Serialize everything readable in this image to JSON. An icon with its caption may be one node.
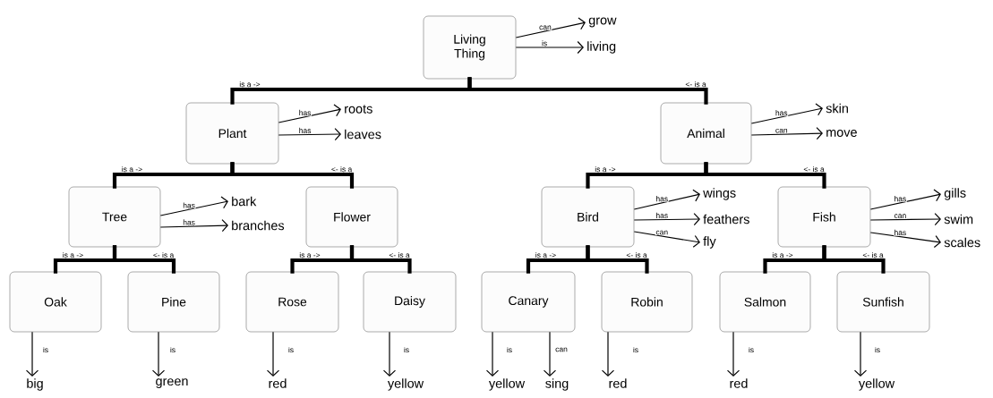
{
  "diagram": {
    "nodes": [
      {
        "text": [
          "Living Thing"
        ]
      },
      {
        "text": [
          "Plant"
        ]
      },
      {
        "text": [
          "Animal"
        ]
      },
      {
        "text": [
          "Tree"
        ]
      },
      {
        "text": [
          "Flower"
        ]
      },
      {
        "text": [
          "Bird"
        ]
      },
      {
        "text": [
          "Fish"
        ]
      },
      {
        "text": [
          "Oak"
        ]
      },
      {
        "text": [
          "Pine"
        ]
      },
      {
        "text": [
          "Rose"
        ]
      },
      {
        "text": [
          "Daisy"
        ]
      },
      {
        "text": [
          "Canary"
        ]
      },
      {
        "text": [
          "Robin"
        ]
      },
      {
        "text": [
          "Salmon"
        ]
      },
      {
        "text": [
          "Sunfish"
        ]
      },
      {
        "text": [
          "grow"
        ]
      },
      {
        "text": [
          "living"
        ]
      },
      {
        "text": [
          "roots"
        ]
      },
      {
        "text": [
          "leaves"
        ]
      },
      {
        "text": [
          "skin"
        ]
      },
      {
        "text": [
          "move"
        ]
      },
      {
        "text": [
          "bark"
        ]
      },
      {
        "text": [
          "branches"
        ]
      },
      {
        "text": [
          "wings"
        ]
      },
      {
        "text": [
          "feathers"
        ]
      },
      {
        "text": [
          "fly"
        ]
      },
      {
        "text": [
          "gills"
        ]
      },
      {
        "text": [
          "swim"
        ]
      },
      {
        "text": [
          "scales"
        ]
      },
      {
        "text": [
          "big"
        ]
      },
      {
        "text": [
          "green"
        ]
      },
      {
        "text": [
          "red"
        ]
      },
      {
        "text": [
          "yellow"
        ]
      },
      {
        "text": [
          "yellow"
        ]
      },
      {
        "text": [
          "sing"
        ]
      },
      {
        "text": [
          "red"
        ]
      },
      {
        "text": [
          "red"
        ]
      },
      {
        "text": [
          "yellow"
        ]
      }
    ],
    "edges": [
      {
        "from": 0,
        "to": 1,
        "arrow": "none",
        "style": "thick",
        "label": "is a ->"
      },
      {
        "from": 0,
        "to": 2,
        "arrow": "none",
        "style": "thick",
        "label": "<- is a"
      },
      {
        "from": 1,
        "to": 3,
        "arrow": "none",
        "style": "thick",
        "label": "is a ->"
      },
      {
        "from": 1,
        "to": 4,
        "arrow": "none",
        "style": "thick",
        "label": "<- is a"
      },
      {
        "from": 2,
        "to": 5,
        "arrow": "none",
        "style": "thick",
        "label": "is a ->"
      },
      {
        "from": 2,
        "to": 6,
        "arrow": "none",
        "style": "thick",
        "label": "<- is a"
      },
      {
        "from": 3,
        "to": 7,
        "arrow": "none",
        "style": "thick",
        "label": "is a ->"
      },
      {
        "from": 3,
        "to": 8,
        "arrow": "none",
        "style": "thick",
        "label": "<- is a"
      },
      {
        "from": 4,
        "to": 9,
        "arrow": "none",
        "style": "thick",
        "label": "is a ->"
      },
      {
        "from": 4,
        "to": 10,
        "arrow": "none",
        "style": "thick",
        "label": "<- is a"
      },
      {
        "from": 5,
        "to": 11,
        "arrow": "none",
        "style": "thick",
        "label": "is a ->"
      },
      {
        "from": 5,
        "to": 12,
        "arrow": "none",
        "style": "thick",
        "label": "<- is a"
      },
      {
        "from": 6,
        "to": 13,
        "arrow": "none",
        "style": "thick",
        "label": "is a ->"
      },
      {
        "from": 6,
        "to": 14,
        "arrow": "none",
        "style": "thick",
        "label": "<- is a"
      },
      {
        "from": 0,
        "to": 15,
        "arrow": "to",
        "label": "can"
      },
      {
        "from": 0,
        "to": 16,
        "arrow": "to",
        "label": "is"
      },
      {
        "from": 1,
        "to": 17,
        "arrow": "to",
        "label": "has"
      },
      {
        "from": 1,
        "to": 18,
        "arrow": "to",
        "label": "has"
      },
      {
        "from": 2,
        "to": 19,
        "arrow": "to",
        "label": "has"
      },
      {
        "from": 2,
        "to": 20,
        "arrow": "to",
        "label": "can"
      },
      {
        "from": 3,
        "to": 21,
        "arrow": "to",
        "label": "has"
      },
      {
        "from": 3,
        "to": 22,
        "arrow": "to",
        "label": "has"
      },
      {
        "from": 5,
        "to": 23,
        "arrow": "to",
        "label": "has"
      },
      {
        "from": 5,
        "to": 24,
        "arrow": "to",
        "label": "has"
      },
      {
        "from": 5,
        "to": 25,
        "arrow": "to",
        "label": "can"
      },
      {
        "from": 6,
        "to": 26,
        "arrow": "to",
        "label": "has"
      },
      {
        "from": 6,
        "to": 27,
        "arrow": "to",
        "label": "can"
      },
      {
        "from": 6,
        "to": 28,
        "arrow": "to",
        "label": "has"
      },
      {
        "from": 7,
        "to": 29,
        "arrow": "to",
        "label": "is"
      },
      {
        "from": 8,
        "to": 30,
        "arrow": "to",
        "label": "is"
      },
      {
        "from": 9,
        "to": 31,
        "arrow": "to",
        "label": "is"
      },
      {
        "from": 10,
        "to": 32,
        "arrow": "to",
        "label": "is"
      },
      {
        "from": 11,
        "to": 33,
        "arrow": "to",
        "label": "is"
      },
      {
        "from": 11,
        "to": 34,
        "arrow": "to",
        "label": "can"
      },
      {
        "from": 12,
        "to": 35,
        "arrow": "to",
        "label": "is"
      },
      {
        "from": 13,
        "to": 36,
        "arrow": "to",
        "label": "is"
      },
      {
        "from": 14,
        "to": 37,
        "arrow": "to",
        "label": "is"
      }
    ]
  }
}
